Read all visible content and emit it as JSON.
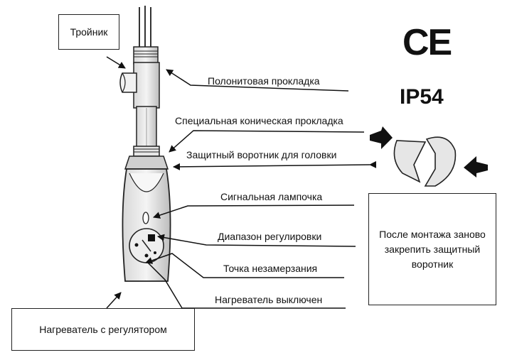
{
  "callouts": {
    "tee": "Тройник",
    "gasket": "Полонитовая прокладка",
    "conical_gasket": "Специальная коническая прокладка",
    "collar": "Защитный воротник для головки",
    "lamp": "Сигнальная лампочка",
    "range": "Диапазон регулировки",
    "antifreeze": "Точка незамерзания",
    "off": "Нагреватель выключен",
    "heater": "Нагреватель с регулятором",
    "note": "После монтажа заново закрепить защитный воротник"
  },
  "marks": {
    "ce": "CE",
    "ip": "IP54"
  }
}
